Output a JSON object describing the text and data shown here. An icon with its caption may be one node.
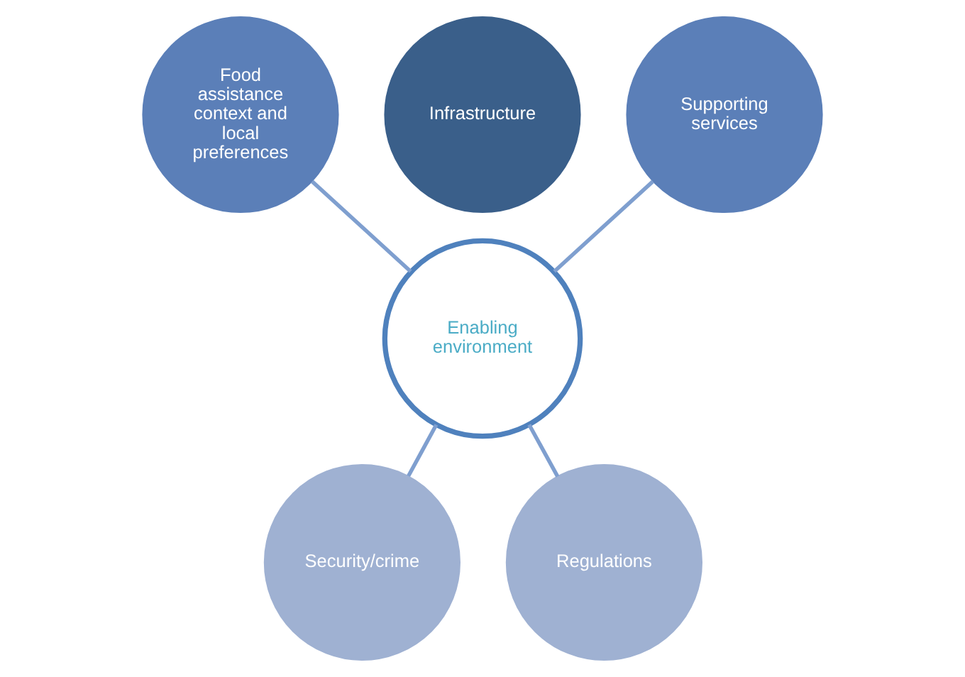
{
  "diagram": {
    "nodes": [
      {
        "text": [
          "Enabling environment"
        ]
      },
      {
        "text": [
          "Food assistance context and local preferences"
        ]
      },
      {
        "text": [
          "Infrastructure"
        ]
      },
      {
        "text": [
          "Supporting services"
        ]
      },
      {
        "text": [
          "Security/crime"
        ]
      },
      {
        "text": [
          "Regulations"
        ]
      }
    ],
    "edges": [
      {
        "from": 1,
        "to": 0,
        "arrow": "none"
      },
      {
        "from": 0,
        "to": 3,
        "arrow": "none"
      },
      {
        "from": 4,
        "to": 0,
        "arrow": "none"
      },
      {
        "from": 0,
        "to": 5,
        "arrow": "none"
      }
    ]
  }
}
